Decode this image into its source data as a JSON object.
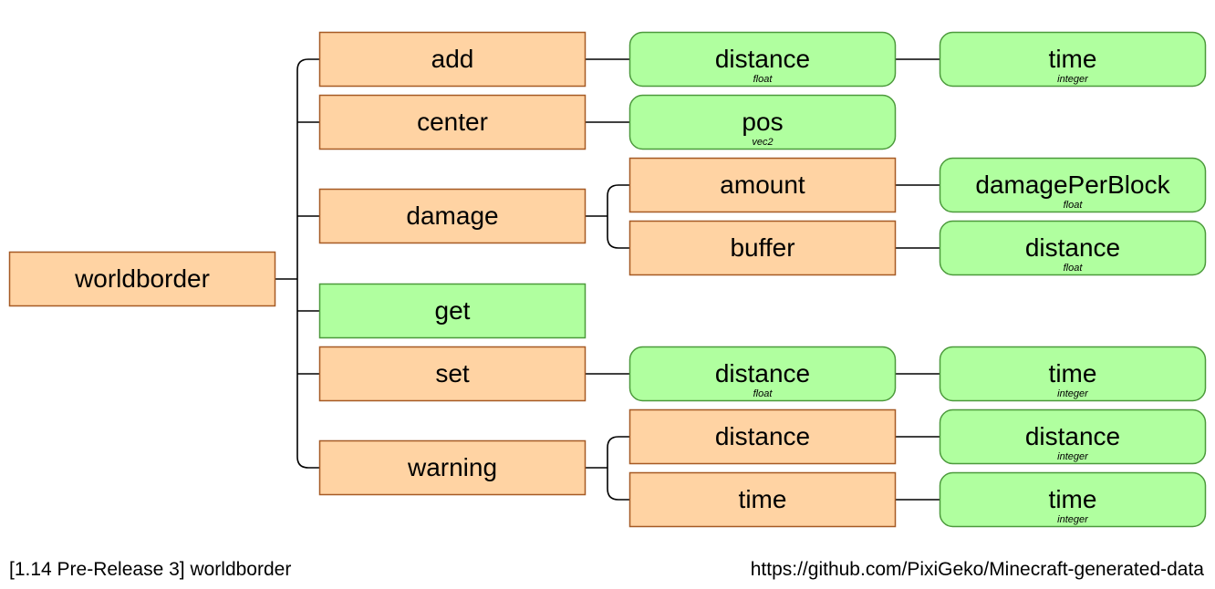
{
  "colors": {
    "literal_fill": "#ffd3a3",
    "literal_stroke": "#a65a24",
    "argument_fill": "#b0ff9f",
    "argument_stroke": "#4c9a3c",
    "executable_fill": "#b0ff9f",
    "line": "#000000"
  },
  "nodes": {
    "worldborder": {
      "label": "worldborder"
    },
    "add": {
      "label": "add"
    },
    "add_distance": {
      "label": "distance",
      "type": "float"
    },
    "add_time": {
      "label": "time",
      "type": "integer"
    },
    "center": {
      "label": "center"
    },
    "center_pos": {
      "label": "pos",
      "type": "vec2"
    },
    "damage": {
      "label": "damage"
    },
    "damage_amount": {
      "label": "amount"
    },
    "damage_amount_dpb": {
      "label": "damagePerBlock",
      "type": "float"
    },
    "damage_buffer": {
      "label": "buffer"
    },
    "damage_buffer_distance": {
      "label": "distance",
      "type": "float"
    },
    "get": {
      "label": "get"
    },
    "set": {
      "label": "set"
    },
    "set_distance": {
      "label": "distance",
      "type": "float"
    },
    "set_time": {
      "label": "time",
      "type": "integer"
    },
    "warning": {
      "label": "warning"
    },
    "warning_distance": {
      "label": "distance"
    },
    "warning_distance_distance": {
      "label": "distance",
      "type": "integer"
    },
    "warning_time": {
      "label": "time"
    },
    "warning_time_time": {
      "label": "time",
      "type": "integer"
    }
  },
  "footer": {
    "left": "[1.14 Pre-Release 3] worldborder",
    "right": "https://github.com/PixiGeko/Minecraft-generated-data"
  }
}
